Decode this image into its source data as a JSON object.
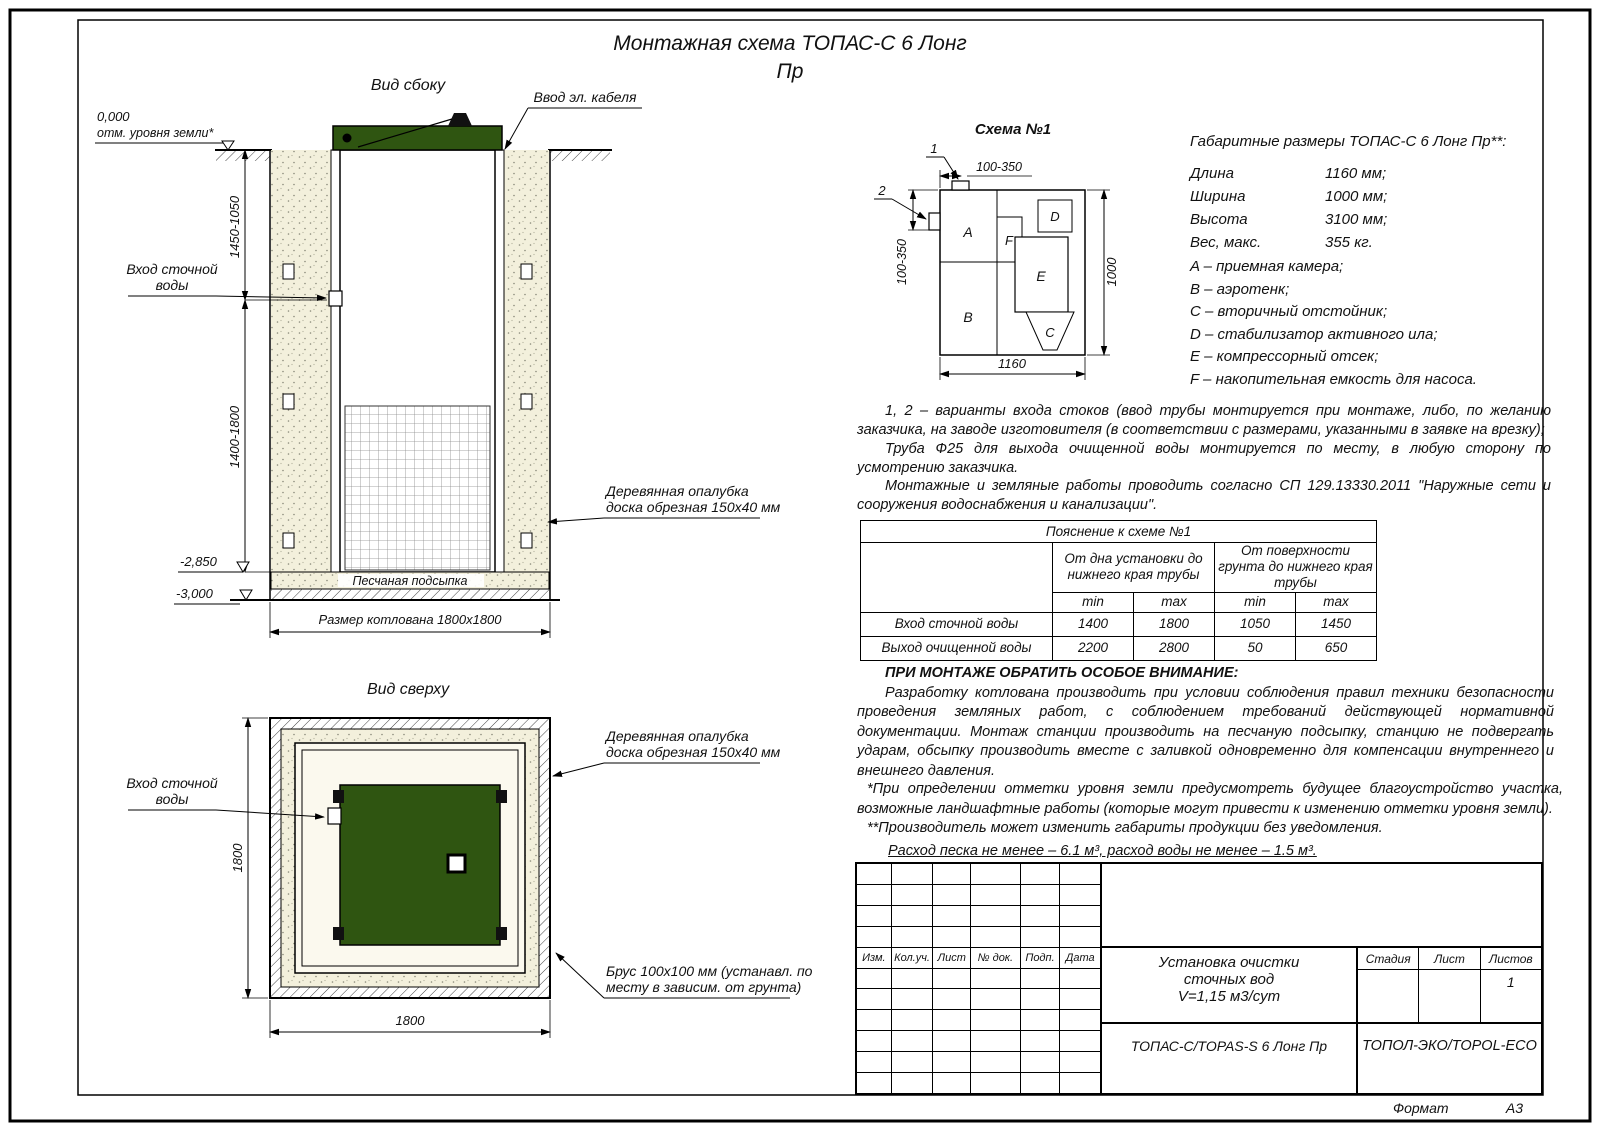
{
  "colors": {
    "tank_green": "#2f5511",
    "sand": "#f3f0dc"
  },
  "title": {
    "line1": "Монтажная схема ТОПАС-С 6 Лонг",
    "line2": "Пр"
  },
  "side_view": {
    "title": "Вид сбоку",
    "cable_label": "Ввод эл. кабеля",
    "zero_mark": "0,000",
    "ground_label": "отм. уровня земли*",
    "dim_upper": "1450-1050",
    "dim_lower": "1400-1800",
    "inlet_label_1": "Вход сточной",
    "inlet_label_2": "воды",
    "mark_2850": "-2,850",
    "mark_3000": "-3,000",
    "sand_label": "Песчаная подсыпка",
    "pit_size_label": "Размер котлована 1800х1800",
    "formwork_label_1": "Деревянная опалубка",
    "formwork_label_2": "доска обрезная 150х40 мм"
  },
  "top_view": {
    "title": "Вид сверху",
    "inlet_label_1": "Вход сточной",
    "inlet_label_2": "воды",
    "dim_v": "1800",
    "dim_h": "1800",
    "formwork_label_1": "Деревянная опалубка",
    "formwork_label_2": "доска обрезная 150х40 мм",
    "beam_label_1": "Брус 100х100 мм (устанавл. по",
    "beam_label_2": "месту в зависим. от грунта)"
  },
  "scheme": {
    "title": "Схема №1",
    "dim_top": "100-350",
    "dim_left": "100-350",
    "dim_bottom": "1160",
    "dim_right": "1000",
    "marker_1": "1",
    "marker_2": "2",
    "comp_a": "A",
    "comp_b": "B",
    "comp_c": "C",
    "comp_d": "D",
    "comp_e": "E",
    "comp_f": "F"
  },
  "dims": {
    "title": "Габаритные размеры ТОПАС-С 6 Лонг Пр**:",
    "rows": [
      {
        "label": "Длина",
        "value": "1160 мм;"
      },
      {
        "label": "Ширина",
        "value": "1000 мм;"
      },
      {
        "label": "Высота",
        "value": "3100 мм;"
      },
      {
        "label": "Вес, макс.",
        "value": "355 кг."
      }
    ],
    "legend": [
      "A – приемная камера;",
      "B – аэротенк;",
      "C – вторичный отстойник;",
      "D – стабилизатор активного ила;",
      "E – компрессорный отсек;",
      "F – накопительная емкость для насоса."
    ]
  },
  "notes": {
    "note1": "1, 2 – варианты входа  стоков (ввод трубы монтируется при монтаже, либо, по желанию заказчика, на заводе изготовителя (в соответствии с размерами, указанными в заявке на врезку);",
    "note2": "Труба Ф25 для выхода очищенной воды монтируется по месту, в любую сторону по усмотрению заказчика.",
    "note3": "Монтажные и земляные работы проводить согласно СП 129.13330.2011 \"Наружные сети и сооружения водоснабжения и канализации\"."
  },
  "table": {
    "title": "Пояснение к схеме №1",
    "col_group1": "От дна установки до нижнего края трубы",
    "col_group2": "От поверхности грунта до нижнего края трубы",
    "min1": "min",
    "max1": "max",
    "min2": "min",
    "max2": "max",
    "rows": [
      {
        "label": "Вход сточной воды",
        "v": [
          "1400",
          "1800",
          "1050",
          "1450"
        ]
      },
      {
        "label": "Выход очищенной воды",
        "v": [
          "2200",
          "2800",
          "50",
          "650"
        ]
      }
    ]
  },
  "attention": {
    "title": "ПРИ МОНТАЖЕ ОБРАТИТЬ ОСОБОЕ ВНИМАНИЕ:",
    "body": "Разработку котлована производить при условии соблюдения правил техники безопасности проведения земляных работ, с соблюдением требований действующей нормативной документации. Монтаж станции производить на песчаную подсыпку, станцию не подвергать ударам, обсыпку производить вместе с заливкой одновременно для компенсации внутреннего и внешнего давления."
  },
  "footnotes": {
    "fn1": "*При определении отметки уровня земли предусмотреть будущее благоустройство участка, возможные ландшафтные работы (которые могут привести к изменению отметки уровня земли).",
    "fn2": "**Производитель может изменить габариты продукции без уведомления.",
    "sand_note": "Расход песка не менее – 6.1 м³, расход воды не менее – 1.5 м³."
  },
  "title_block": {
    "headers": [
      "Изм.",
      "Кол.уч.",
      "Лист",
      "№ док.",
      "Подп.",
      "Дата"
    ],
    "doc_title_1": "Установка очистки",
    "doc_title_2": "сточных вод",
    "doc_title_3": "V=1,15 м3/сут",
    "stage_label": "Стадия",
    "sheet_label": "Лист",
    "sheets_label": "Листов",
    "sheets_value": "1",
    "model": "ТОПАС-С/TOPAS-S 6 Лонг Пр",
    "company": "ТОПОЛ-ЭКО/TOPOL-ECO"
  },
  "footer": {
    "format_label": "Формат",
    "format_value": "А3"
  }
}
